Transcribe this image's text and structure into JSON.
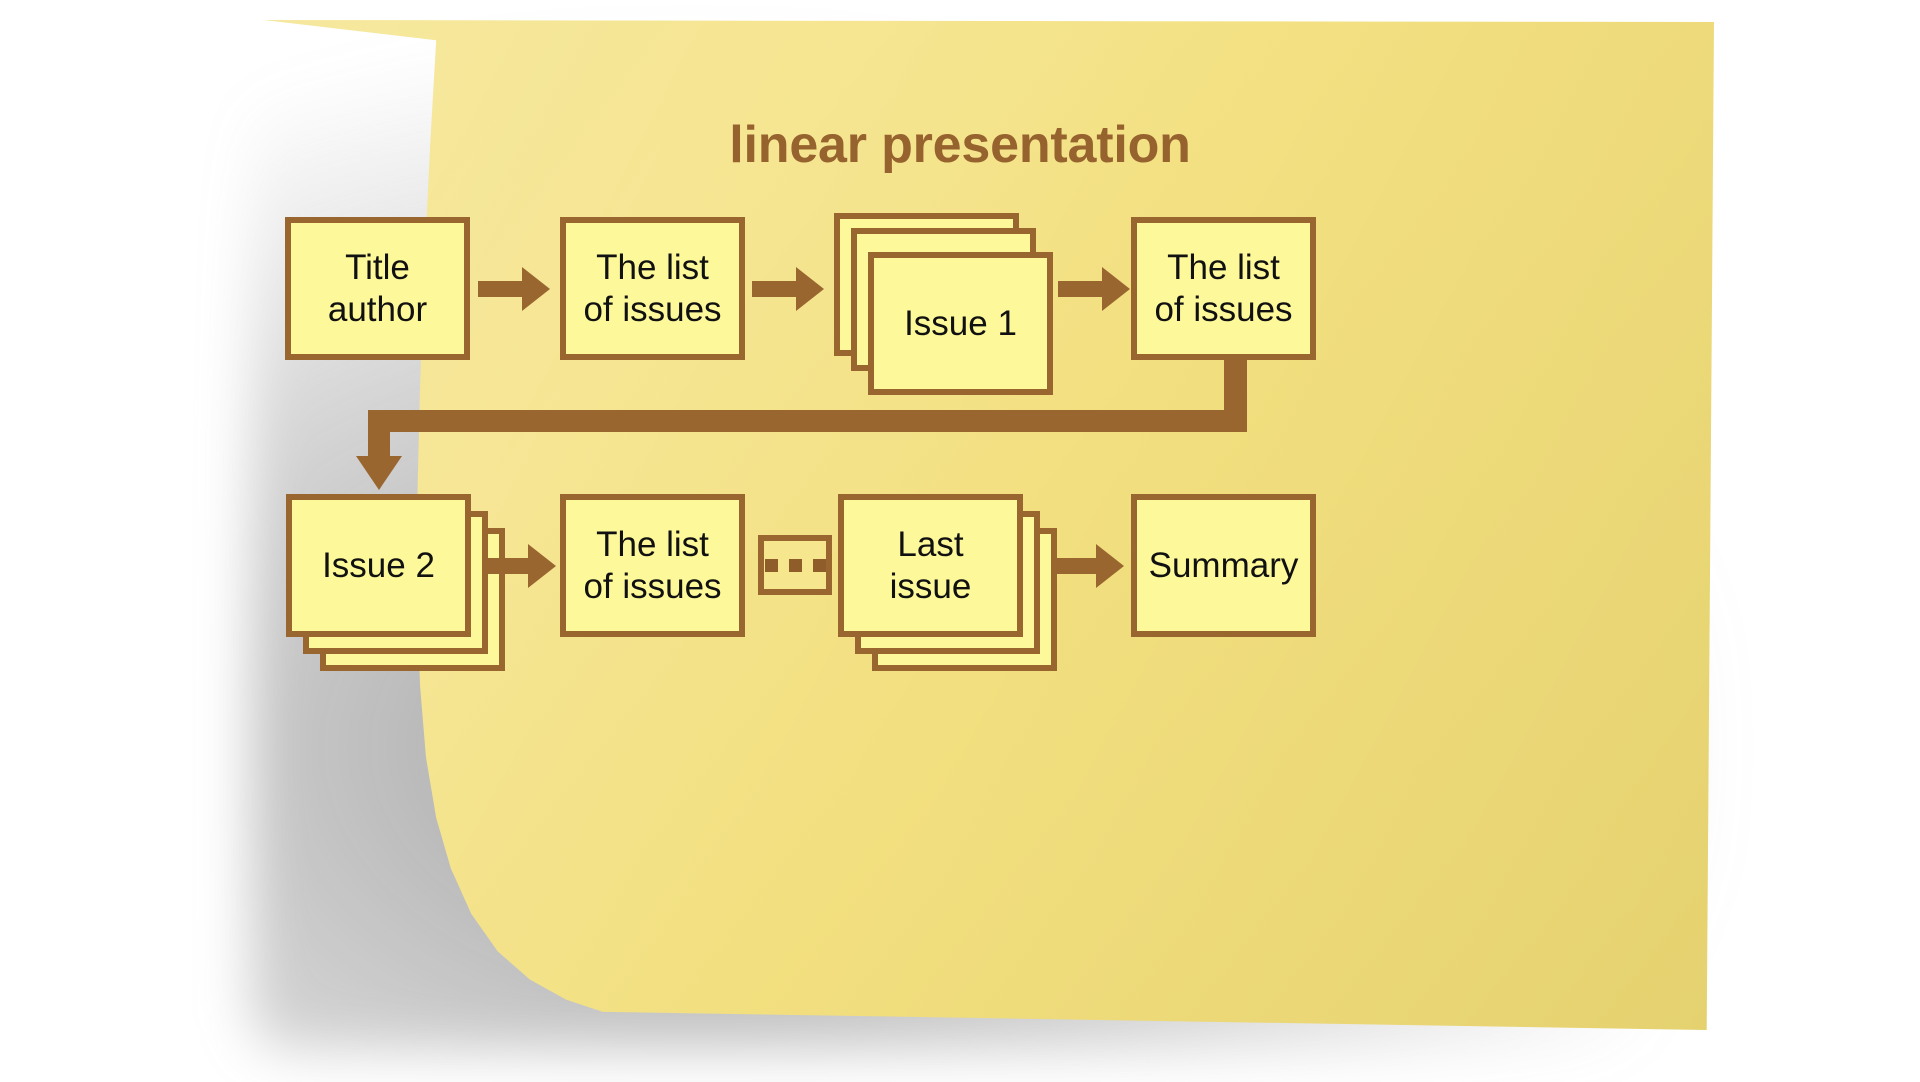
{
  "title": "linear presentation",
  "colors": {
    "note_fill": "#f2e084",
    "accent_brown": "#9a6630",
    "title_brown": "#96622e",
    "box_fill": "#fdf899",
    "text_black": "#111111",
    "shadow_gray": "#8c8c8c"
  },
  "row1": {
    "nodes": [
      {
        "id": "title-author",
        "label": "Title\nauthor",
        "stacked": false
      },
      {
        "id": "list-issues-1",
        "label": "The list\nof issues",
        "stacked": false
      },
      {
        "id": "issue-1",
        "label": "Issue 1",
        "stacked": true,
        "layers": 3
      },
      {
        "id": "list-issues-2",
        "label": "The list\nof issues",
        "stacked": false
      }
    ],
    "arrows": [
      "arrow-1",
      "arrow-2",
      "arrow-3"
    ]
  },
  "row2": {
    "nodes": [
      {
        "id": "issue-2",
        "label": "Issue 2",
        "stacked": true,
        "layers": 3
      },
      {
        "id": "list-issues-3",
        "label": "The list\nof issues",
        "stacked": false
      },
      {
        "id": "ellipsis",
        "label": "...",
        "stacked": false
      },
      {
        "id": "last-issue",
        "label": "Last\nissue",
        "stacked": true,
        "layers": 3
      },
      {
        "id": "summary",
        "label": "Summary",
        "stacked": false
      }
    ],
    "arrows": [
      "arrow-4",
      "arrow-5"
    ]
  },
  "connector": {
    "id": "elbow-connector",
    "description": "from list-issues-2 down, left across, down into issue-2"
  }
}
